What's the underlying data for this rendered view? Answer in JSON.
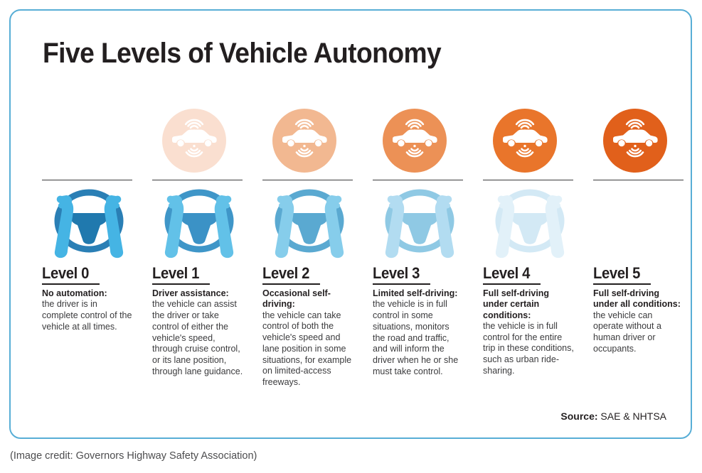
{
  "card": {
    "title": "Five Levels of Vehicle Autonomy",
    "border_color": "#58aed6"
  },
  "columns": [
    {
      "heading": "Level 0",
      "subtitle": "No automation:",
      "body": "the driver is in complete control of the vehicle at all times.",
      "circle_color": "#fae0d2",
      "has_circle": false,
      "wheel_rim_color": "#2a7fb5",
      "wheel_hub_color": "#2079ae",
      "wheel_arm_color": "#45b4e4",
      "has_wheel": true,
      "icon": "car-radar-icon",
      "wheel_icon": "steering-wheel-hands-icon"
    },
    {
      "heading": "Level 1",
      "subtitle": "Driver assistance:",
      "body": "the vehicle can assist the driver or take control of either the vehicle's speed, through cruise control, or its lane position, through lane guidance.",
      "circle_color": "#fadfd0",
      "has_circle": true,
      "wheel_rim_color": "#3f96c8",
      "wheel_hub_color": "#3b92c6",
      "wheel_arm_color": "#62c1e8",
      "has_wheel": true,
      "icon": "car-radar-icon",
      "wheel_icon": "steering-wheel-hands-icon"
    },
    {
      "heading": "Level 2",
      "subtitle": "Occasional self-driving:",
      "body": "the vehicle can take control of both the vehicle's speed and lane position in some situations, for example on limited-access freeways.",
      "circle_color": "#f2b891",
      "has_circle": true,
      "wheel_rim_color": "#5aa9d1",
      "wheel_hub_color": "#5aa9d1",
      "wheel_arm_color": "#86cdeb",
      "has_wheel": true,
      "icon": "car-radar-icon",
      "wheel_icon": "steering-wheel-hands-icon"
    },
    {
      "heading": "Level 3",
      "subtitle": "Limited self-driving:",
      "body": "the vehicle is in full control in some situations, monitors the road and traffic, and will inform the driver when he or she must take control.",
      "circle_color": "#ec9156",
      "has_circle": true,
      "wheel_rim_color": "#8fc9e4",
      "wheel_hub_color": "#8fc9e4",
      "wheel_arm_color": "#b2dcf1",
      "has_wheel": true,
      "icon": "car-radar-icon",
      "wheel_icon": "steering-wheel-hands-icon"
    },
    {
      "heading": "Level 4",
      "subtitle": "Full self-driving under certain conditions:",
      "body": "the vehicle is in full control for the entire trip in these conditions, such as urban ride-sharing.",
      "circle_color": "#e9752b",
      "has_circle": true,
      "wheel_rim_color": "#d3e9f5",
      "wheel_hub_color": "#d3e9f5",
      "wheel_arm_color": "#e2f1f9",
      "has_wheel": true,
      "icon": "car-radar-icon",
      "wheel_icon": "steering-wheel-hands-icon"
    },
    {
      "heading": "Level 5",
      "subtitle": "Full self-driving under all conditions:",
      "body": "the vehicle can operate without a human driver or occupants.",
      "circle_color": "#e1601b",
      "has_circle": true,
      "wheel_rim_color": "#ffffff",
      "wheel_hub_color": "#ffffff",
      "wheel_arm_color": "#ffffff",
      "has_wheel": false,
      "icon": "car-radar-icon",
      "wheel_icon": "steering-wheel-hands-icon"
    }
  ],
  "source": {
    "label": "Source:",
    "value": " SAE & NHTSA"
  },
  "credit": "(Image credit: Governors Highway Safety Association)"
}
